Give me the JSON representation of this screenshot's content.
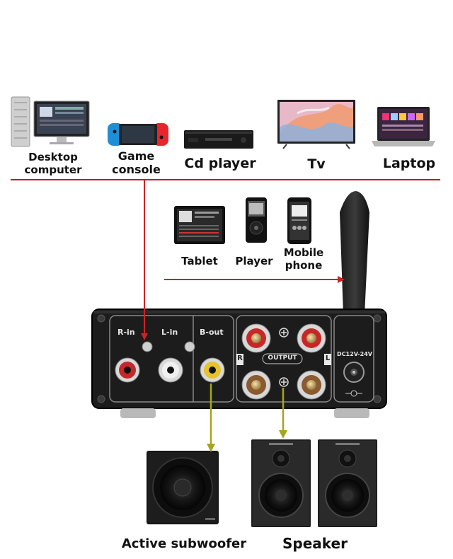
{
  "sources": [
    {
      "label_line1": "Desktop",
      "label_line2": "computer",
      "icon": "desktop-computer-icon"
    },
    {
      "label_line1": "Game",
      "label_line2": "console",
      "icon": "game-console-icon"
    },
    {
      "label": "Cd player",
      "icon": "cd-player-icon"
    },
    {
      "label": "Tv",
      "icon": "tv-icon"
    },
    {
      "label": "Laptop",
      "icon": "laptop-icon"
    }
  ],
  "mobile_sources": [
    {
      "label": "Tablet",
      "icon": "tablet-icon"
    },
    {
      "label": "Player",
      "icon": "music-player-icon"
    },
    {
      "label_line1": "Mobile",
      "label_line2": "phone",
      "icon": "mobile-phone-icon"
    }
  ],
  "amplifier": {
    "ports": {
      "r_in": "R-in",
      "l_in": "L-in",
      "b_out": "B-out",
      "output": "OUTPUT",
      "right_marker": "R",
      "left_marker": "L",
      "power": "DC12V-24V"
    }
  },
  "outputs": {
    "subwoofer": "Active subwoofer",
    "speaker": "Speaker"
  },
  "colors": {
    "divider": "#b22222",
    "arrow_red": "#cc2222",
    "arrow_olive": "#a6a61c",
    "amp_body": "#1c1c1c"
  }
}
